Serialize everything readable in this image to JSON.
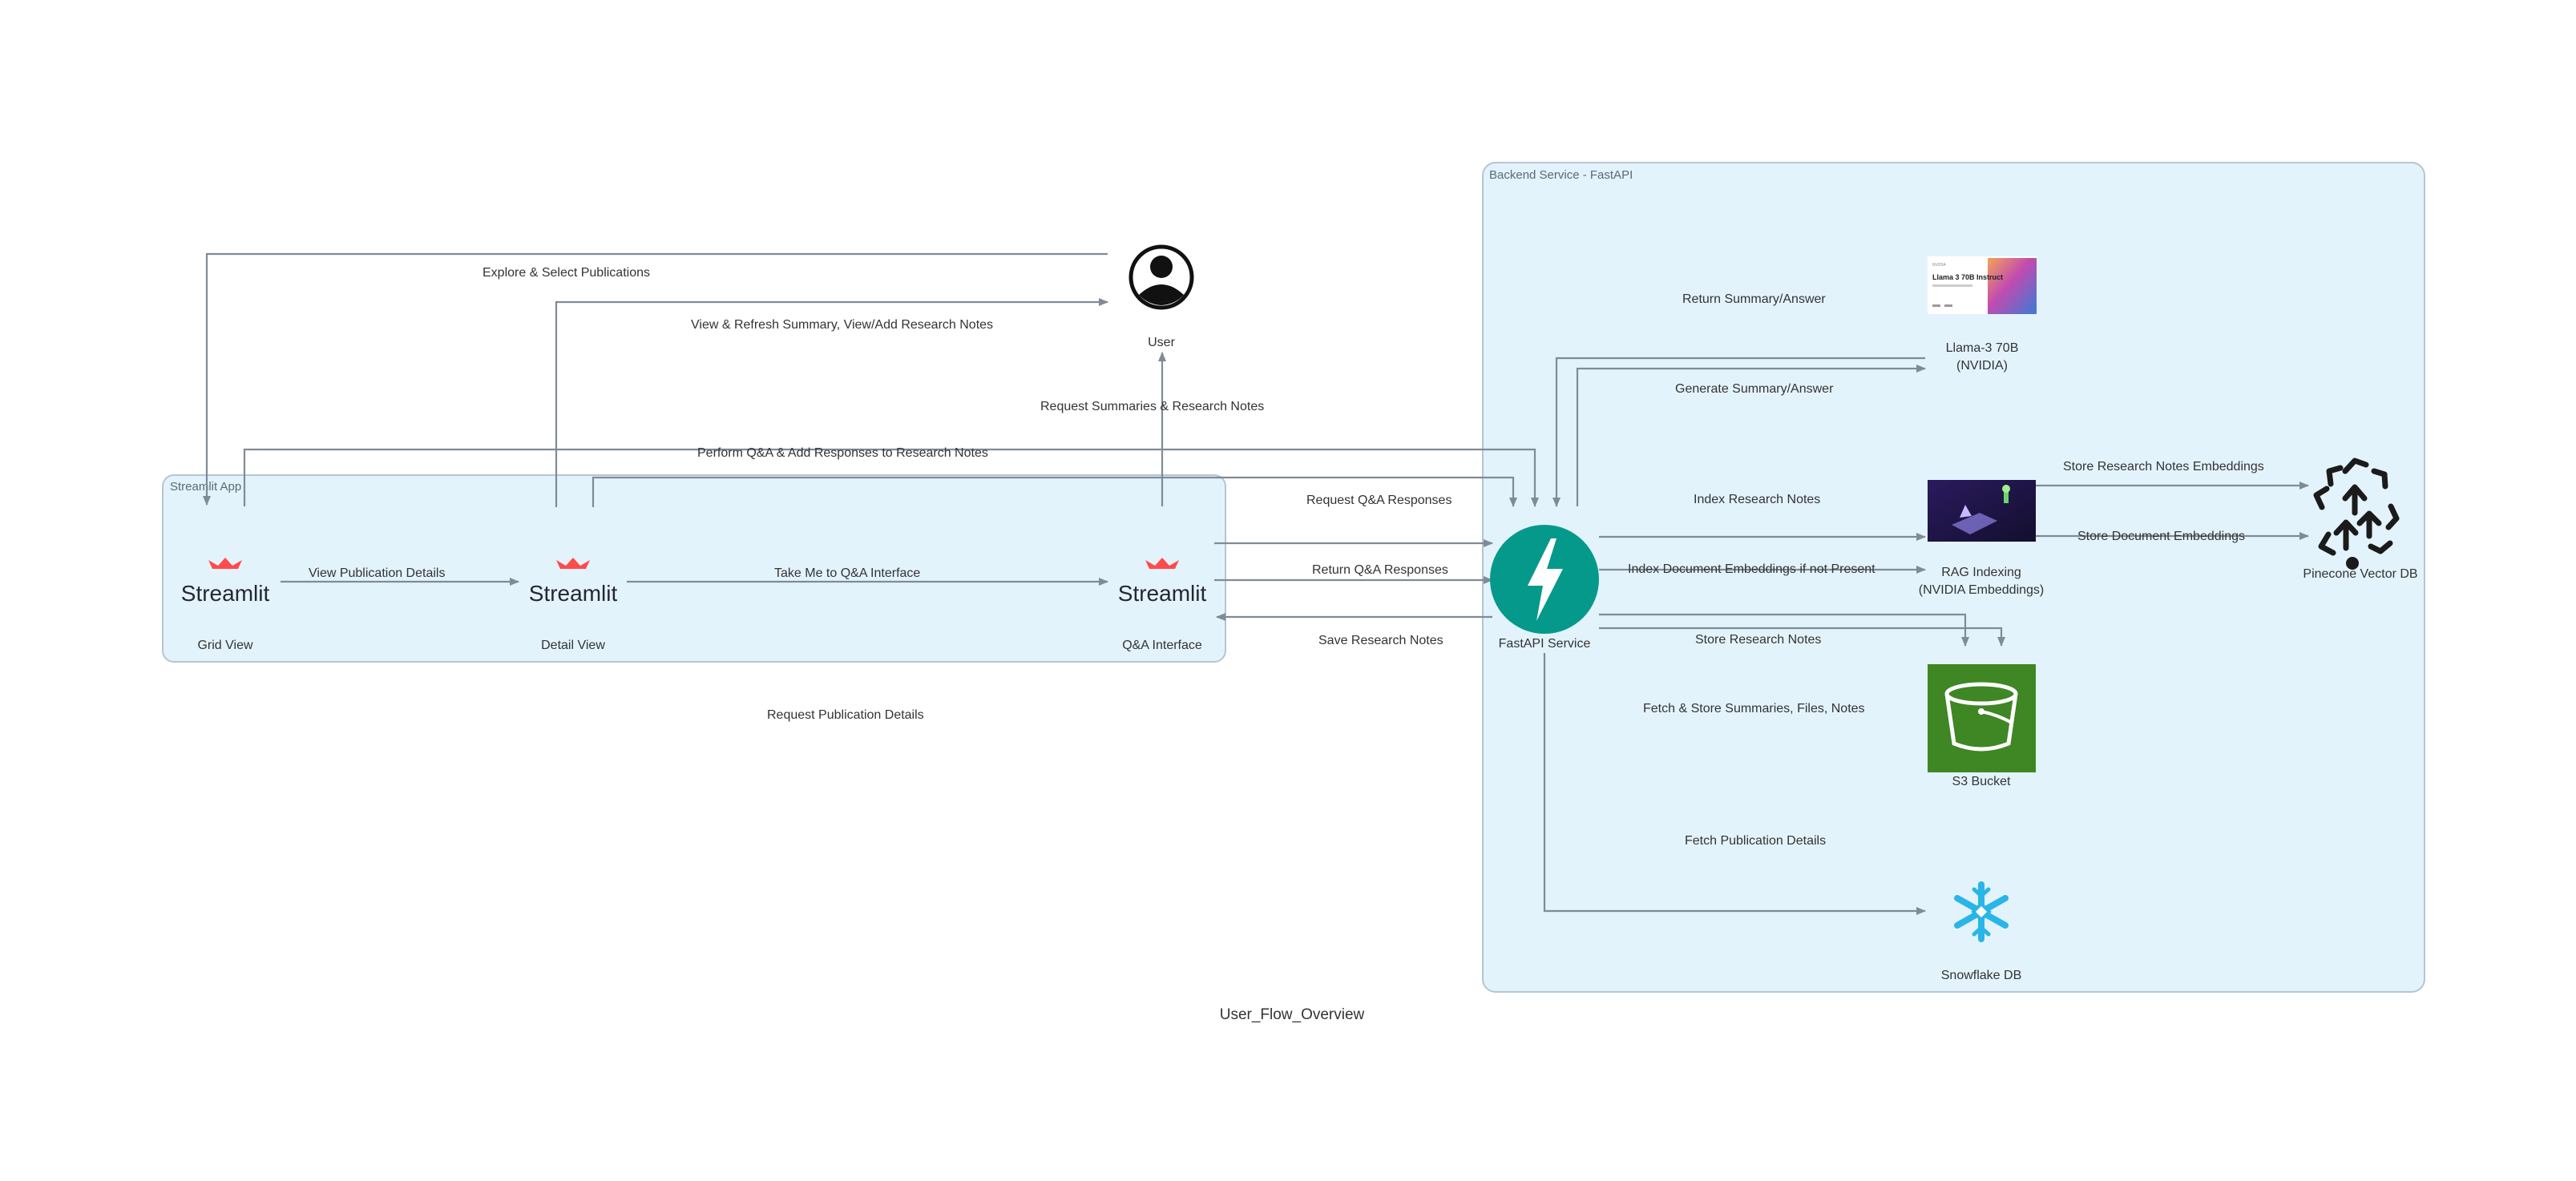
{
  "title": "User_Flow_Overview",
  "clusters": {
    "streamlit": "Streamlit App",
    "backend": "Backend Service - FastAPI"
  },
  "nodes": {
    "user": "User",
    "grid_view": "Grid View",
    "detail_view": "Detail View",
    "qa_interface": "Q&A Interface",
    "fastapi": "FastAPI Service",
    "llama": "Llama-3 70B\n(NVIDIA)",
    "llama_line1": "Llama-3 70B",
    "llama_line2": "(NVIDIA)",
    "rag": "RAG Indexing\n(NVIDIA Embeddings)",
    "rag_line1": "RAG Indexing",
    "rag_line2": "(NVIDIA Embeddings)",
    "pinecone": "Pinecone Vector DB",
    "s3": "S3 Bucket",
    "snowflake": "Snowflake DB"
  },
  "logo_text": {
    "streamlit": "Streamlit",
    "llama_card_line1": "Llama 3 70B Instruct",
    "llama_card_small": "NVIDIA"
  },
  "edges": {
    "explore_select": "Explore & Select Publications",
    "view_refresh": "View & Refresh Summary, View/Add Research Notes",
    "request_summaries": "Request Summaries & Research Notes",
    "perform_qa": "Perform Q&A & Add Responses to Research Notes",
    "view_pub_details": "View Publication Details",
    "take_me_qa": "Take Me to Q&A Interface",
    "request_qa": "Request Q&A Responses",
    "return_qa": "Return Q&A Responses",
    "save_notes": "Save Research Notes",
    "request_pub_details": "Request Publication Details",
    "return_summary": "Return Summary/Answer",
    "generate_summary": "Generate Summary/Answer",
    "index_notes": "Index Research Notes",
    "index_doc_embeddings": "Index Document Embeddings if not Present",
    "store_notes": "Store Research Notes",
    "store_notes_embeddings": "Store Research Notes Embeddings",
    "store_doc_embeddings": "Store Document Embeddings",
    "fetch_store": "Fetch & Store Summaries, Files, Notes",
    "fetch_pub_details": "Fetch Publication Details"
  },
  "colors": {
    "cluster_fill": "#e3f3fb",
    "cluster_stroke": "#b4c6d2",
    "edge": "#7f8b96",
    "fastapi": "#05998b",
    "streamlit_red": "#ff4b4b",
    "s3": "#3f8624",
    "snowflake": "#29b5e8",
    "rag_bg": "#1d1640"
  },
  "icons": {
    "user": "user-circle-icon",
    "streamlit": "streamlit-crown-icon",
    "fastapi": "lightning-bolt-icon",
    "llama": "llama-model-card-icon",
    "rag": "rag-indexing-image-icon",
    "pinecone": "pinecone-arrows-icon",
    "s3": "s3-bucket-icon",
    "snowflake": "snowflake-icon"
  }
}
